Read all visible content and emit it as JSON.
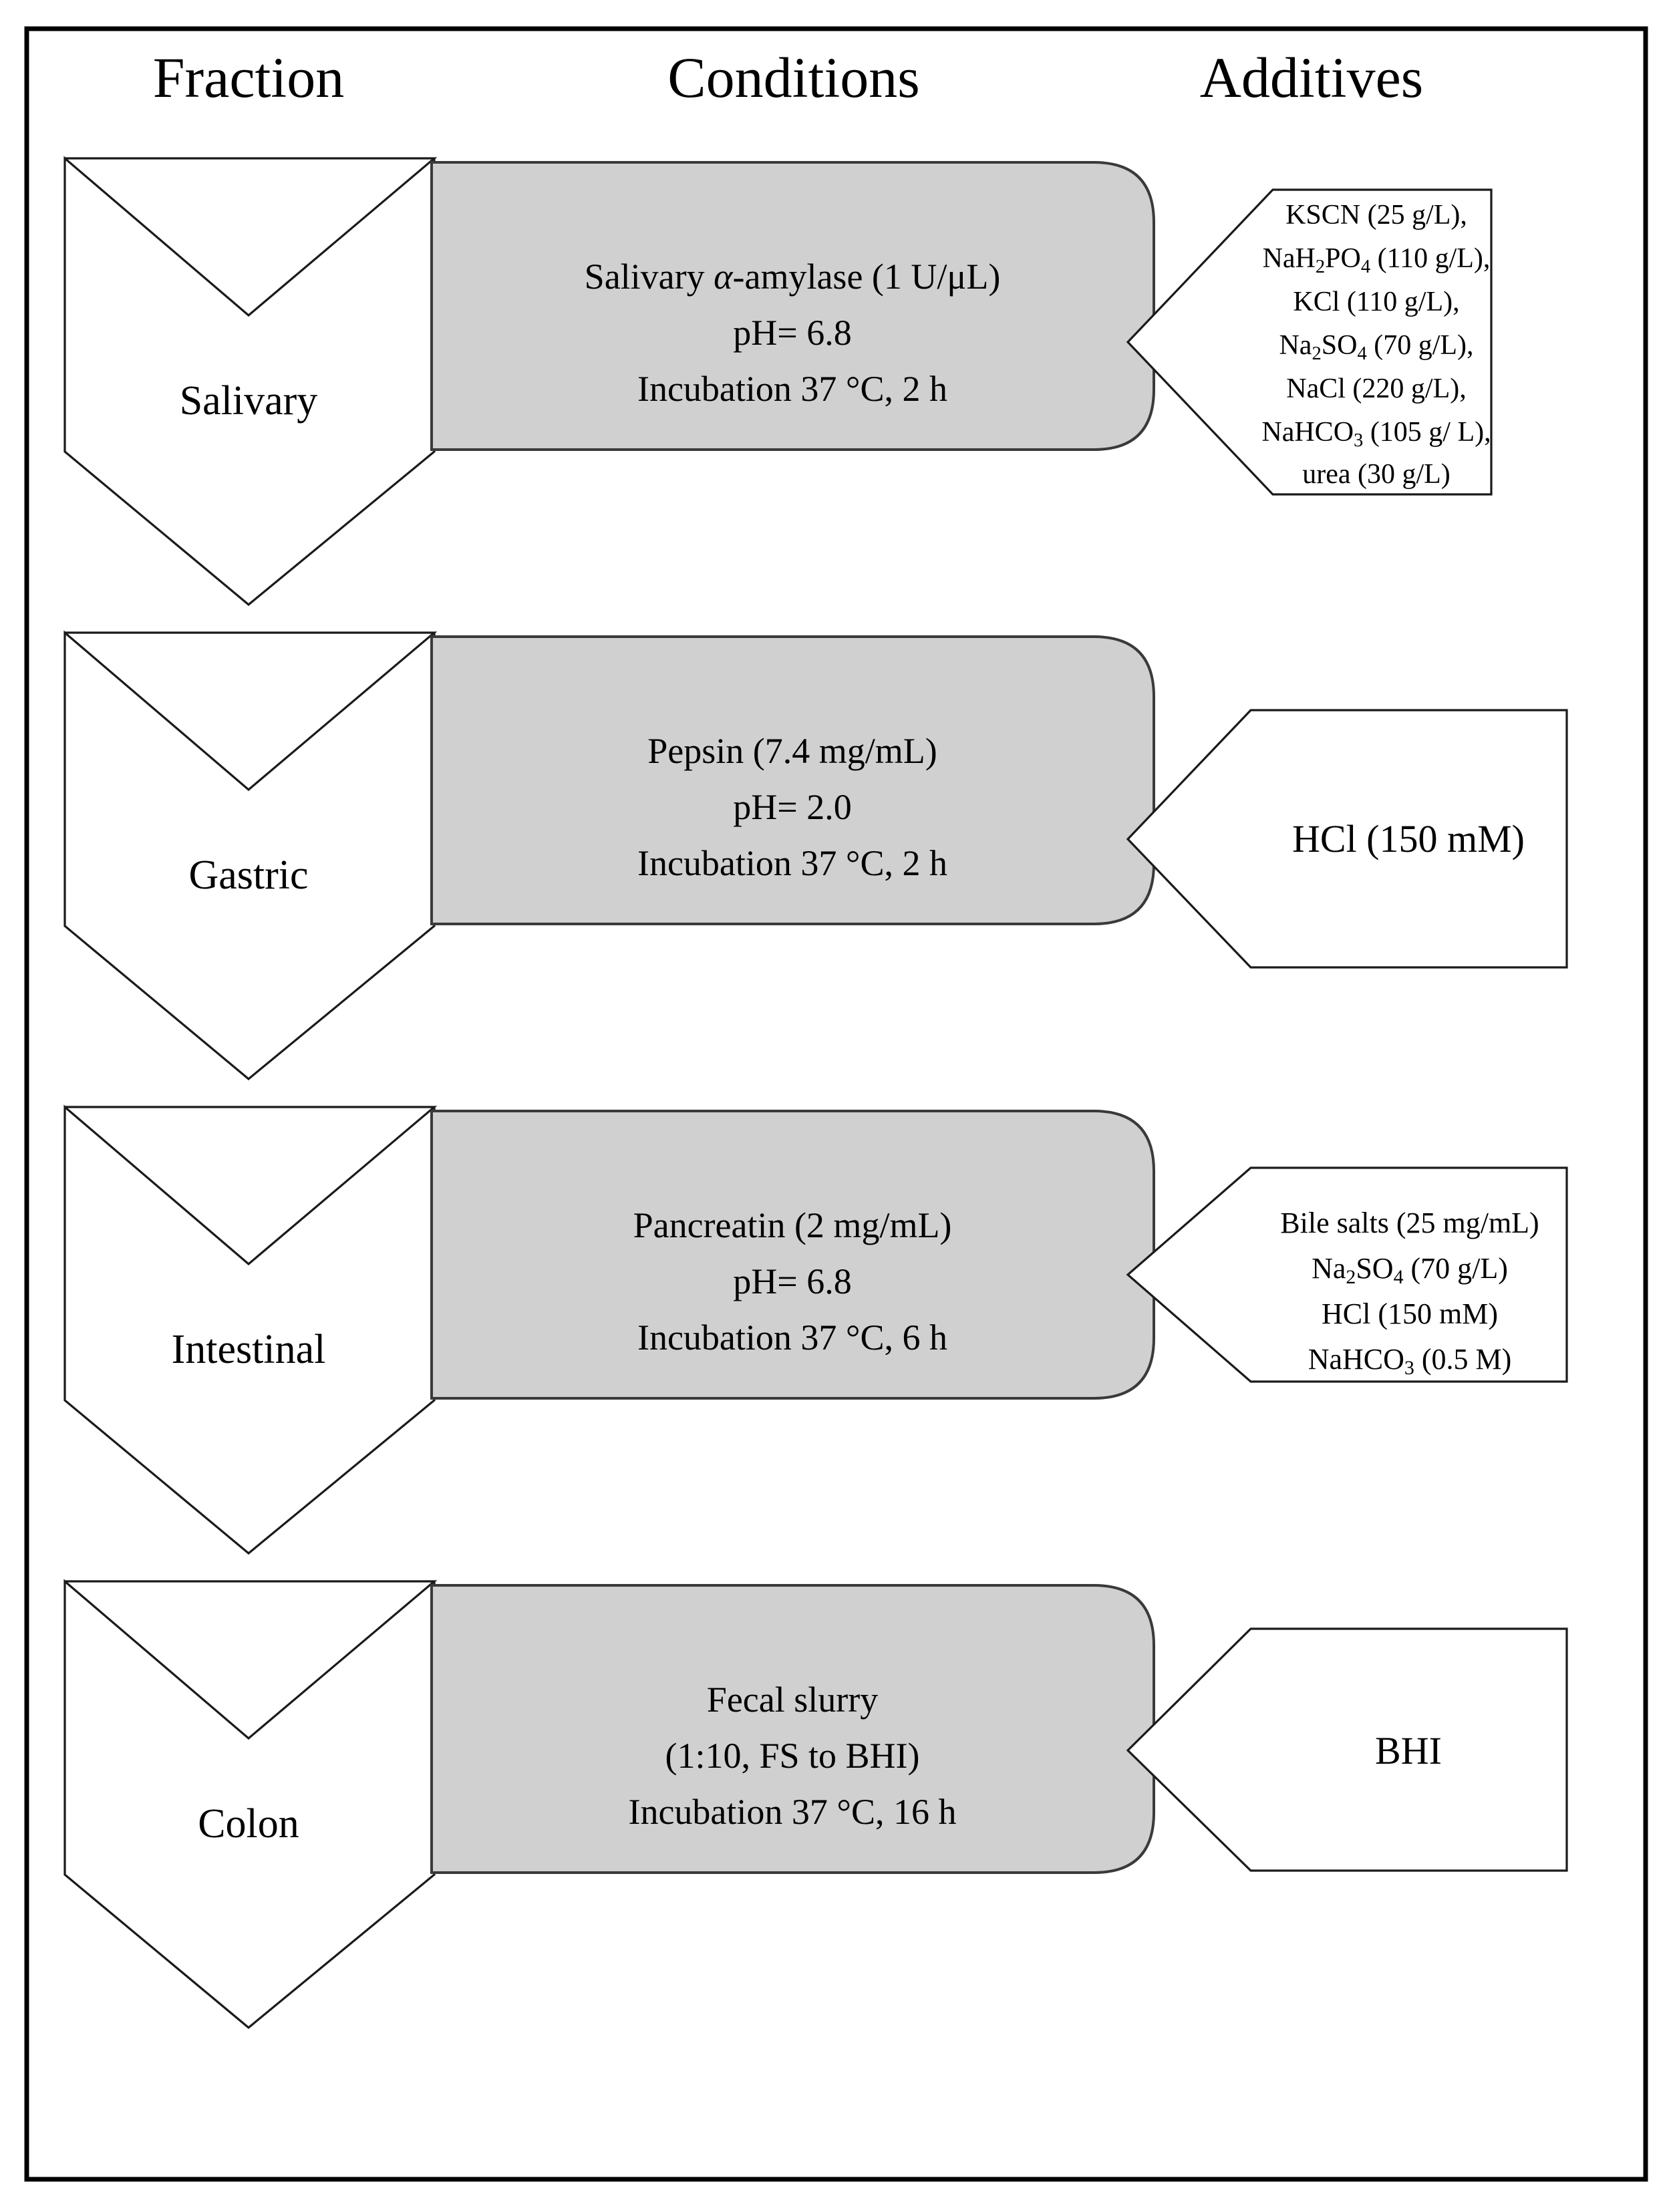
{
  "figure": {
    "frame_color": "#000000",
    "box_fill": "#d0d0d0",
    "box_stroke": "#3a3a3a",
    "headers": [
      {
        "key": "fraction",
        "label": "Fraction"
      },
      {
        "key": "conditions",
        "label": "Conditions"
      },
      {
        "key": "additives",
        "label": "Additives"
      }
    ]
  },
  "rows": [
    {
      "id": "salivary",
      "fraction": "Salivary",
      "conditions": {
        "line1_pre": "Salivary ",
        "line1_alpha": "α",
        "line1_post": "-amylase (1 U/μL)",
        "line1_full": "Salivary α-amylase (1 U/μL)",
        "line2": "pH= 6.8",
        "line3": "Incubation 37 °C, 2 h"
      },
      "additives": [
        {
          "base": "KSCN",
          "sub": "",
          "rest": " (25 g/L),"
        },
        {
          "base": "NaH",
          "sub": "2",
          "mid": "PO",
          "sub2": "4",
          "rest": " (110 g/L),"
        },
        {
          "base": "KCl",
          "sub": "",
          "rest": " (110 g/L),"
        },
        {
          "base": "Na",
          "sub": "2",
          "mid": "SO",
          "sub2": "4",
          "rest": " (70 g/L),"
        },
        {
          "base": "NaCl",
          "sub": "",
          "rest": " (220 g/L),"
        },
        {
          "base": "NaHCO",
          "sub": "3",
          "rest": " (105 g/ L),"
        },
        {
          "base": "urea",
          "sub": "",
          "rest": " (30 g/L)"
        }
      ],
      "additives_plain": [
        "KSCN (25 g/L),",
        "NaH2PO4 (110 g/L),",
        "KCl (110 g/L),",
        "Na2SO4 (70 g/L),",
        "NaCl (220 g/L),",
        "NaHCO3 (105 g/ L),",
        "urea (30 g/L)"
      ]
    },
    {
      "id": "gastric",
      "fraction": "Gastric",
      "conditions": {
        "line1_full": "Pepsin (7.4 mg/mL)",
        "line2": "pH= 2.0",
        "line3": "Incubation 37 °C, 2 h"
      },
      "additives_plain": [
        "HCl (150 mM)"
      ]
    },
    {
      "id": "intestinal",
      "fraction": "Intestinal",
      "conditions": {
        "line1_full": "Pancreatin (2 mg/mL)",
        "line2": "pH= 6.8",
        "line3": "Incubation 37 °C, 6 h"
      },
      "additives_plain": [
        "Bile salts (25 mg/mL)",
        "Na2SO4 (70 g/L)",
        "HCl (150 mM)",
        "NaHCO3 (0.5 M)"
      ]
    },
    {
      "id": "colon",
      "fraction": "Colon",
      "conditions": {
        "line1_full": "Fecal slurry",
        "line2": "(1:10, FS to BHI)",
        "line3": "Incubation 37 °C, 16 h"
      },
      "additives_plain": [
        "BHI"
      ]
    }
  ]
}
